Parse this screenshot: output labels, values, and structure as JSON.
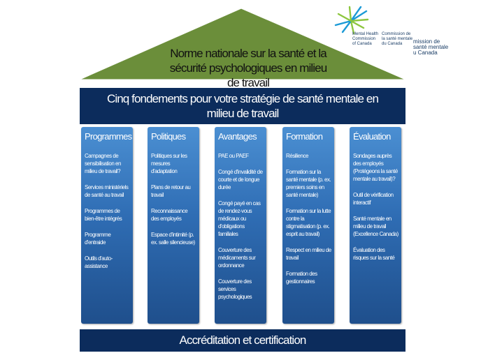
{
  "roof": {
    "title_lines": [
      "Norme nationale sur la santé et la",
      "sécurité psychologiques en milieu",
      "de travail"
    ]
  },
  "logo": {
    "english_lines": [
      "Mental Health",
      "Commission",
      "of Canada"
    ],
    "french_lines": [
      "Commission de",
      "la santé mentale",
      "du Canada"
    ],
    "french_overlap_lines": [
      "mission de",
      "santé mentale",
      "u Canada"
    ]
  },
  "banner": {
    "lines": [
      "Cinq fondements pour votre stratégie de santé mentale en",
      "milieu de travail"
    ]
  },
  "columns": [
    {
      "title": "Programmes",
      "items": [
        "Campagnes de sensibilisation en milieu de travail?",
        "Services ministériels de santé au travail",
        "Programmes de bien-être intégrés",
        "Programme d'entraide",
        "Outils d'auto-assistance"
      ]
    },
    {
      "title": "Politiques",
      "items": [
        "Politiques sur les mesures d'adaptation",
        "Plans de retour au travail",
        "Reconnaissance des employés",
        "Espace d'intimité (p. ex. salle silencieuse)"
      ]
    },
    {
      "title": "Avantages",
      "items": [
        "PAE ou PAEF",
        "Congé d'invalidité de courte et de longue durée",
        "Congé payé en cas de rendez-vous médicaux ou d'obligations familiales",
        "Couverture des médicaments sur ordonnance",
        "Couverture des services psychologiques"
      ]
    },
    {
      "title": "Formation",
      "items": [
        "Résilience",
        "Formation sur la santé mentale (p. ex. premiers soins en santé mentale)",
        "Formation sur la lutte contre la stigmatisation (p. ex. esprit au travail)",
        "Respect en milieu de travail",
        "Formation des gestionnaires"
      ]
    },
    {
      "title": "Évaluation",
      "items": [
        "Sondages auprès des employés (Protégeons la santé mentale au travail)?",
        "Outil de vérification interactif",
        "Santé mentale en milieu de travail (Excellence Canada)",
        "Évaluation des risques sur la santé"
      ]
    }
  ],
  "base": {
    "label": "Accréditation et certification"
  },
  "colors": {
    "roof": "#6b8e3a",
    "dark_navy": "#0c2c5c",
    "column_blue": "#2f6db4",
    "logo_green": "#8dc63f",
    "logo_blue": "#1b9ad6"
  }
}
